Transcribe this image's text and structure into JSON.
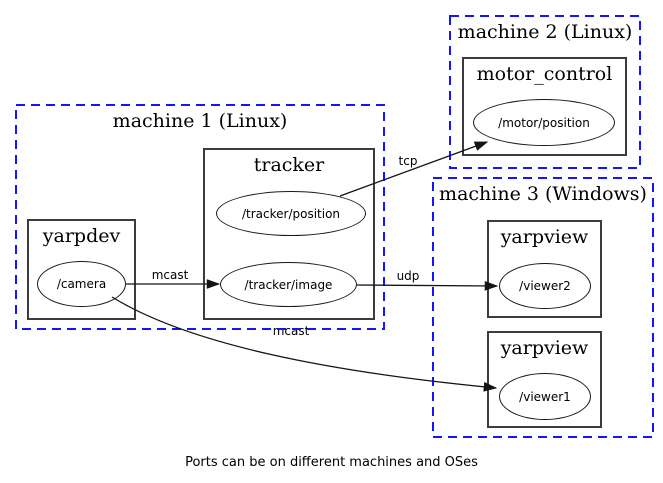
{
  "diagram": {
    "caption": "Ports can be on different machines and OSes",
    "machines": [
      {
        "label": "machine 1 (Linux)"
      },
      {
        "label": "machine 2 (Linux)"
      },
      {
        "label": "machine 3 (Windows)"
      }
    ],
    "processes": [
      {
        "label": "yarpdev",
        "machine": "machine 1 (Linux)"
      },
      {
        "label": "tracker",
        "machine": "machine 1 (Linux)"
      },
      {
        "label": "motor_control",
        "machine": "machine 2 (Linux)"
      },
      {
        "label": "yarpview",
        "machine": "machine 3 (Windows)"
      },
      {
        "label": "yarpview",
        "machine": "machine 3 (Windows)"
      }
    ],
    "ports": [
      {
        "label": "/camera",
        "process": "yarpdev"
      },
      {
        "label": "/tracker/position",
        "process": "tracker"
      },
      {
        "label": "/tracker/image",
        "process": "tracker"
      },
      {
        "label": "/motor/position",
        "process": "motor_control"
      },
      {
        "label": "/viewer2",
        "process": "yarpview"
      },
      {
        "label": "/viewer1",
        "process": "yarpview"
      }
    ],
    "edges": [
      {
        "from": "/camera",
        "to": "/tracker/image",
        "label": "mcast"
      },
      {
        "from": "/tracker/position",
        "to": "/motor/position",
        "label": "tcp"
      },
      {
        "from": "/tracker/image",
        "to": "/viewer2",
        "label": "udp"
      },
      {
        "from": "/camera",
        "to": "/viewer1",
        "label": "mcast"
      }
    ],
    "colors": {
      "machine_border": "#1414ff",
      "process_border": "#3c3c3c",
      "edge": "#141414"
    }
  }
}
